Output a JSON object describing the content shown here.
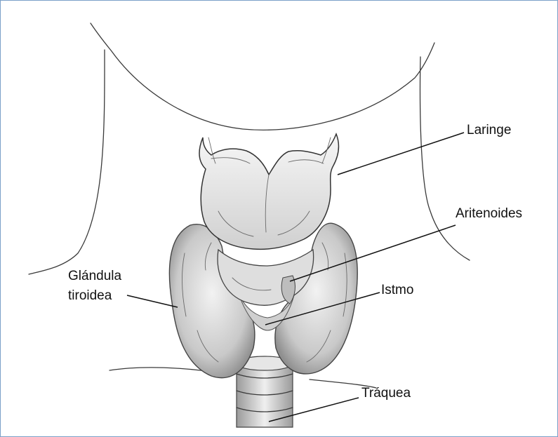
{
  "labels": {
    "laringe": "Laringe",
    "aritenoides": "Aritenoides",
    "glandula_line1": "Glándula",
    "glandula_line2": "tiroidea",
    "istmo": "Istmo",
    "traquea": "Tráquea"
  },
  "colors": {
    "frame_border": "#7aa0c8",
    "line": "#111111"
  }
}
